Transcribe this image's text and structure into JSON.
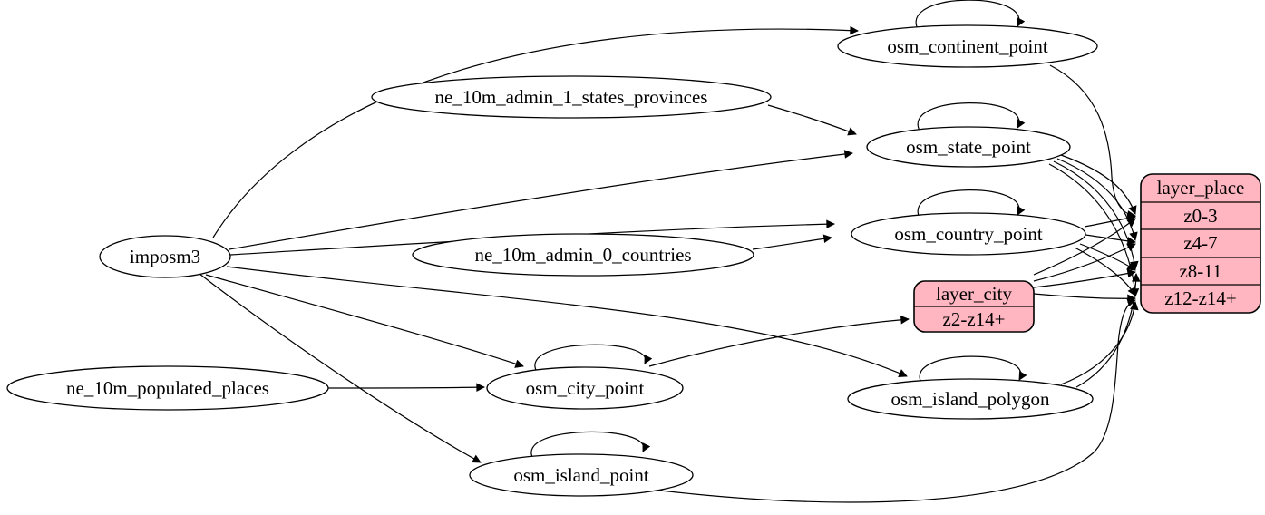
{
  "diagram": {
    "background": "#ffffff",
    "node_fill": "#ffffff",
    "node_stroke": "#000000",
    "record_fill": "#ffb6c1",
    "edge_color": "#000000"
  },
  "nodes": {
    "imposm3": "imposm3",
    "ne_10m_admin_1_states_provinces": "ne_10m_admin_1_states_provinces",
    "ne_10m_admin_0_countries": "ne_10m_admin_0_countries",
    "ne_10m_populated_places": "ne_10m_populated_places",
    "osm_continent_point": "osm_continent_point",
    "osm_state_point": "osm_state_point",
    "osm_country_point": "osm_country_point",
    "osm_city_point": "osm_city_point",
    "osm_island_polygon": "osm_island_polygon",
    "osm_island_point": "osm_island_point"
  },
  "records": {
    "layer_city": {
      "title": "layer_city",
      "rows": [
        "z2-z14+"
      ]
    },
    "layer_place": {
      "title": "layer_place",
      "rows": [
        "z0-3",
        "z4-7",
        "z8-11",
        "z12-z14+"
      ]
    }
  },
  "edges": [
    {
      "from": "imposm3",
      "to": "osm_continent_point"
    },
    {
      "from": "imposm3",
      "to": "osm_state_point"
    },
    {
      "from": "imposm3",
      "to": "osm_country_point"
    },
    {
      "from": "imposm3",
      "to": "osm_city_point"
    },
    {
      "from": "imposm3",
      "to": "osm_island_polygon"
    },
    {
      "from": "imposm3",
      "to": "osm_island_point"
    },
    {
      "from": "ne_10m_admin_1_states_provinces",
      "to": "osm_state_point"
    },
    {
      "from": "ne_10m_admin_0_countries",
      "to": "osm_country_point"
    },
    {
      "from": "ne_10m_populated_places",
      "to": "osm_city_point"
    },
    {
      "from": "osm_continent_point",
      "to": "osm_continent_point"
    },
    {
      "from": "osm_state_point",
      "to": "osm_state_point"
    },
    {
      "from": "osm_country_point",
      "to": "osm_country_point"
    },
    {
      "from": "osm_city_point",
      "to": "osm_city_point"
    },
    {
      "from": "osm_island_polygon",
      "to": "osm_island_polygon"
    },
    {
      "from": "osm_island_point",
      "to": "osm_island_point"
    },
    {
      "from": "osm_city_point",
      "to": "layer_city:z2-z14+"
    },
    {
      "from": "osm_continent_point",
      "to": "layer_place:z0-3"
    },
    {
      "from": "osm_state_point",
      "to": "layer_place:z0-3"
    },
    {
      "from": "osm_state_point",
      "to": "layer_place:z4-7"
    },
    {
      "from": "osm_state_point",
      "to": "layer_place:z8-11"
    },
    {
      "from": "osm_state_point",
      "to": "layer_place:z12-z14+"
    },
    {
      "from": "osm_country_point",
      "to": "layer_place:z0-3"
    },
    {
      "from": "osm_country_point",
      "to": "layer_place:z4-7"
    },
    {
      "from": "osm_country_point",
      "to": "layer_place:z8-11"
    },
    {
      "from": "osm_country_point",
      "to": "layer_place:z12-z14+"
    },
    {
      "from": "layer_city",
      "to": "layer_place:z0-3"
    },
    {
      "from": "layer_city",
      "to": "layer_place:z4-7"
    },
    {
      "from": "layer_city",
      "to": "layer_place:z8-11"
    },
    {
      "from": "layer_city",
      "to": "layer_place:z12-z14+"
    },
    {
      "from": "osm_island_polygon",
      "to": "layer_place:z8-11"
    },
    {
      "from": "osm_island_polygon",
      "to": "layer_place:z12-z14+"
    },
    {
      "from": "osm_island_point",
      "to": "layer_place:z12-z14+"
    }
  ]
}
